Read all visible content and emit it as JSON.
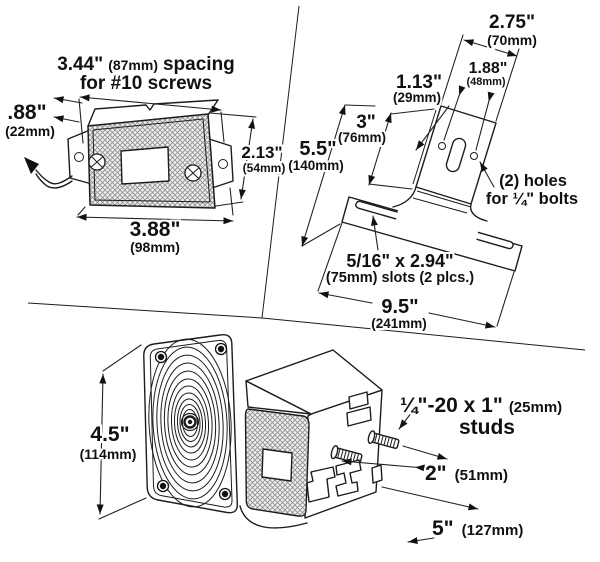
{
  "page": {
    "background": "#ffffff",
    "ink": "#1c1c1c"
  },
  "marker_lamp": {
    "spacing_in": "3.44\"",
    "spacing_mm": "(87mm)",
    "spacing_word": "spacing",
    "spacing_line2": "for #10 screws",
    "lip_in": ".88\"",
    "lip_mm": "(22mm)",
    "height_in": "2.13\"",
    "height_mm": "(54mm)",
    "width_in": "3.88\"",
    "width_mm": "(98mm)"
  },
  "bracket": {
    "top_width_in": "2.75\"",
    "top_width_mm": "(70mm)",
    "hole_spacing_in": "1.88\"",
    "hole_spacing_mm": "(48mm)",
    "hole_offset_in": "1.13\"",
    "hole_offset_mm": "(29mm)",
    "plate_height_in": "3\"",
    "plate_height_mm": "(76mm)",
    "overall_height_in": "5.5\"",
    "overall_height_mm": "(140mm)",
    "holes_note_line1": "(2) holes",
    "holes_note_line2": "for ¼\" bolts",
    "slots_in": "5/16\" x 2.94\"",
    "slots_mm": "(75mm) slots (2 plcs.)",
    "base_width_in": "9.5\"",
    "base_width_mm": "(241mm)"
  },
  "exploded_lamp": {
    "lens_size_in": "4.5\"",
    "lens_size_mm": "(114mm)",
    "studs_in": "¼\"-20 x 1\"",
    "studs_mm": "(25mm)",
    "studs_word": "studs",
    "stud_spacing_in": "2\"",
    "stud_spacing_mm": "(51mm)",
    "base_width_in": "5\"",
    "base_width_mm": "(127mm)"
  }
}
